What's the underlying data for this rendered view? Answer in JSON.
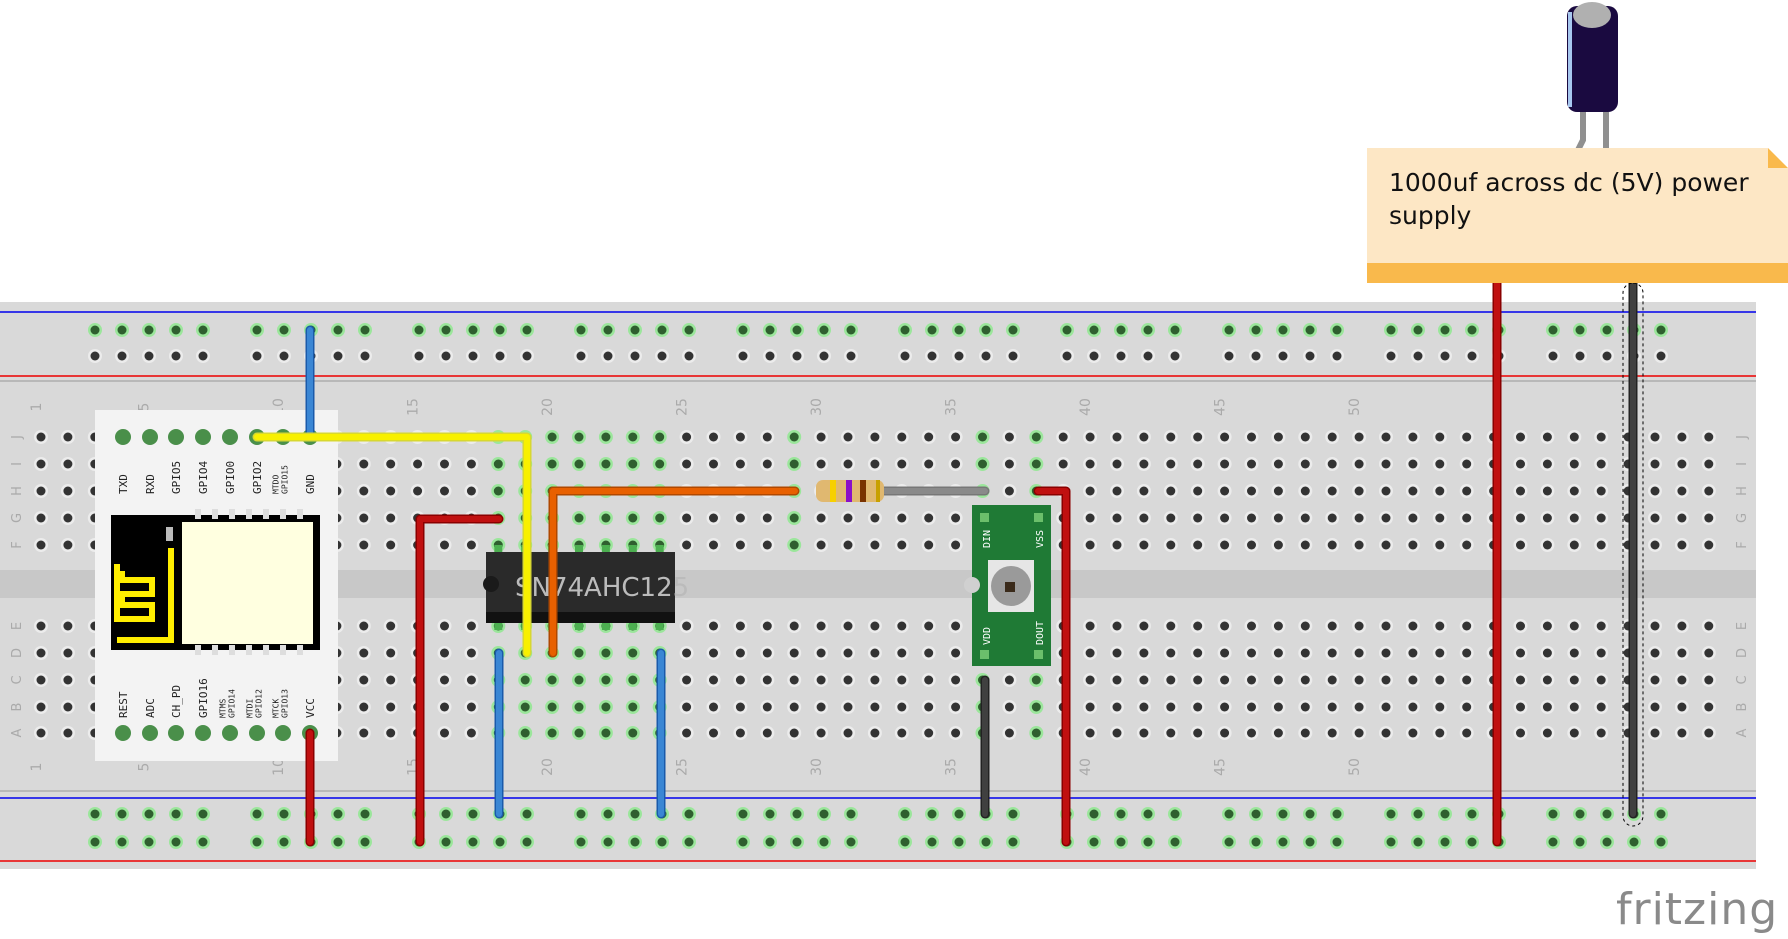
{
  "breadboard": {
    "row_letters_top": [
      "J",
      "I",
      "H",
      "G",
      "F"
    ],
    "row_letters_bottom": [
      "E",
      "D",
      "C",
      "B",
      "A"
    ],
    "column_numbers": [
      "1",
      "5",
      "10",
      "15",
      "20",
      "25",
      "30",
      "35",
      "40",
      "45",
      "50"
    ]
  },
  "esp_module": {
    "top_pins": [
      "TXD",
      "RXD",
      "GPIO5",
      "GPIO4",
      "GPIO0",
      "GPIO2",
      "MTDO GPIO15",
      "GND"
    ],
    "bottom_pins": [
      "REST",
      "ADC",
      "CH_PD",
      "GPIO16",
      "MTMS GPIO14",
      "MTDI GPIO12",
      "MTCK GPIO13",
      "VCC"
    ]
  },
  "ic": {
    "label": "SN74AHC125"
  },
  "led_board": {
    "pins": [
      "DIN",
      "VSS",
      "VDD",
      "DOUT"
    ]
  },
  "resistor": {
    "bands": [
      "#f7d000",
      "#8a10c8",
      "#7a3300",
      "#c8a000"
    ]
  },
  "note": {
    "text": "1000uf across dc (5V) power supply"
  },
  "logo": {
    "text": "fritzing"
  },
  "colors": {
    "board": "#d9d9d9",
    "rail_blue": "#0000ee",
    "rail_red": "#ee0000",
    "wire_red": "#c01010",
    "wire_blue": "#3a86d4",
    "wire_yellow": "#f8f000",
    "wire_orange": "#e86000",
    "wire_black": "#404040",
    "note_bg": "#fde7c5",
    "note_band": "#f9b94c"
  }
}
